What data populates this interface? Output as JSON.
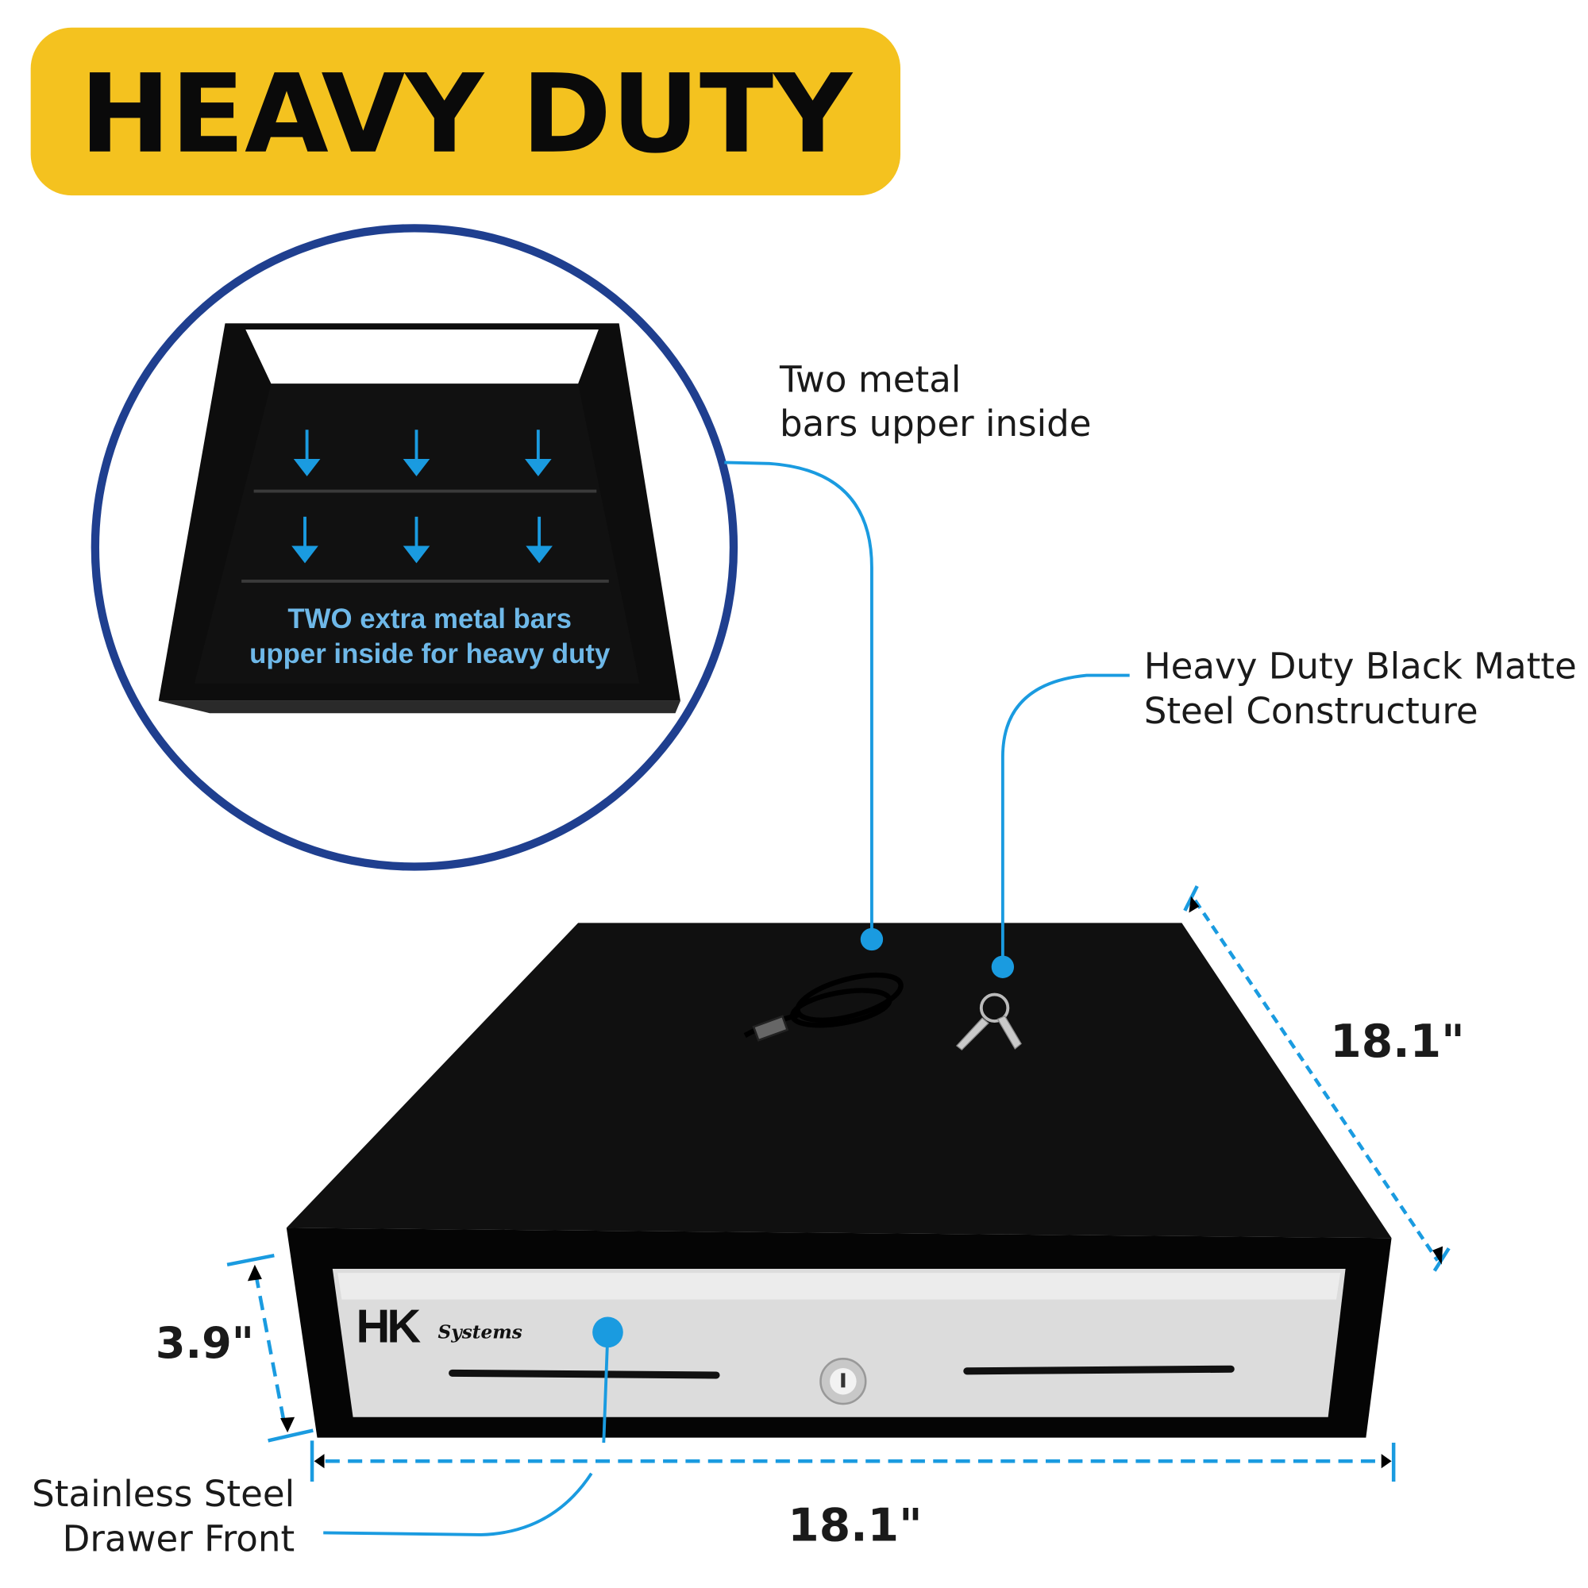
{
  "banner": {
    "title": "HEAVY DUTY",
    "color": "#F4C21F"
  },
  "inset": {
    "caption_line1": "TWO extra metal bars",
    "caption_line2": "upper inside for heavy duty",
    "ring_color": "#1F3F8F",
    "caption_color": "#6EB8E8"
  },
  "callouts": {
    "metal_bars": {
      "line1": "Two metal",
      "line2": "bars upper inside"
    },
    "construction": {
      "line1": "Heavy Duty Black Matte",
      "line2": "Steel Constructure"
    },
    "front": {
      "line1": "Stainless Steel",
      "line2": "Drawer Front"
    }
  },
  "dimensions": {
    "height": "3.9\"",
    "width": "18.1\"",
    "depth": "18.1\""
  },
  "product": {
    "logo_main": "HK",
    "logo_sub": "Systems"
  },
  "accent_color": "#1A9BE0"
}
